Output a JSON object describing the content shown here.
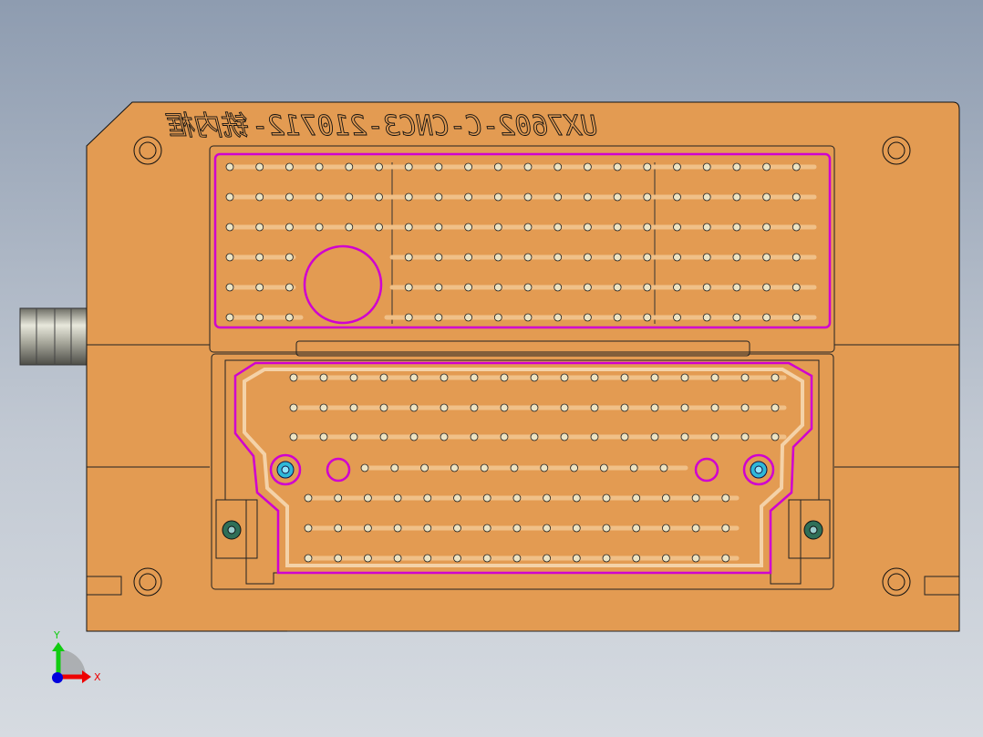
{
  "viewport": {
    "background_top": "#8e9cb0",
    "background_bottom": "#d6dbe1"
  },
  "part": {
    "engraving": "UX7602-C-CNC3-210712-铣内框",
    "engraving_mirrored": true,
    "body_color": "#E39B52",
    "toolpath_color": "#D000D0",
    "channel_color": "#E8A868",
    "pin_color": "#EDE4C4",
    "insert_color": "#2FB8D8"
  },
  "axis_triad": {
    "x_label": "X",
    "y_label": "Y",
    "x_color": "#E00000",
    "y_color": "#00B000",
    "z_color": "#0000E0"
  }
}
